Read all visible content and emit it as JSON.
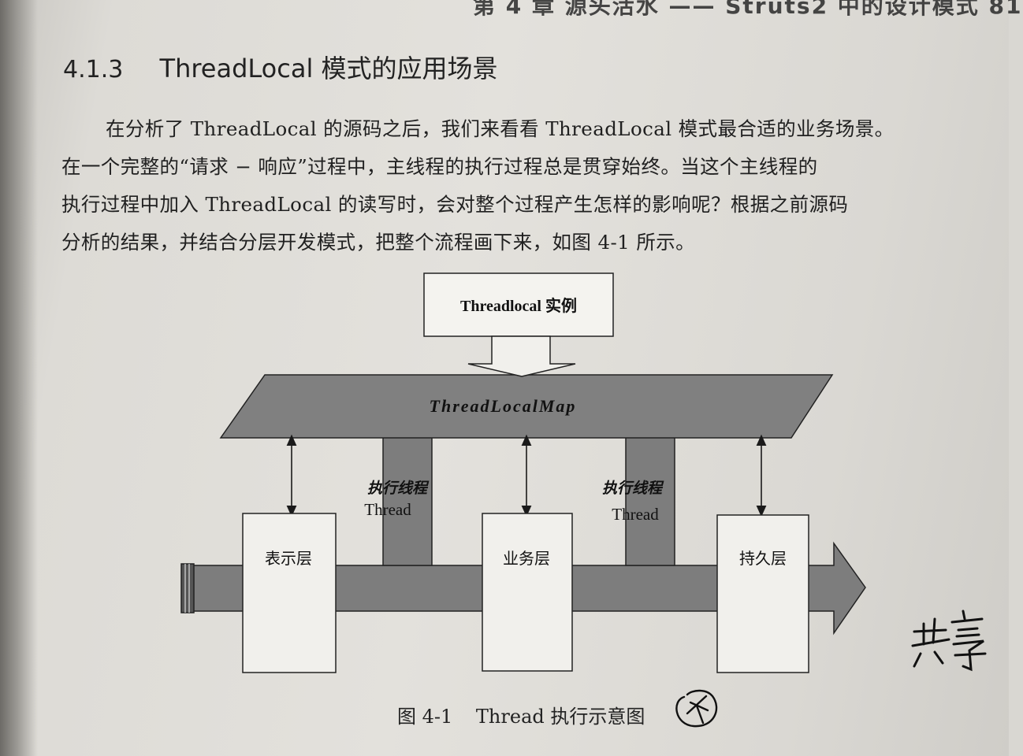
{
  "running_head": "第 4 章  源头活水 —— Struts2 中的设计模式  81",
  "section": {
    "number": "4.1.3",
    "title": "ThreadLocal 模式的应用场景"
  },
  "paragraph": {
    "lines": [
      "在分析了 ThreadLocal 的源码之后，我们来看看 ThreadLocal 模式最合适的业务场景。",
      "在一个完整的“请求 − 响应”过程中，主线程的执行过程总是贯穿始终。当这个主线程的",
      "执行过程中加入 ThreadLocal 的读写时，会对整个过程产生怎样的影响呢？根据之前源码",
      "分析的结果，并结合分层开发模式，把整个流程画下来，如图 4-1 所示。"
    ]
  },
  "diagram": {
    "instance_box": "Threadlocal  实例",
    "map_label": "ThreadLocalMap",
    "thread_labels": [
      {
        "cn": "执行线程",
        "en": "Thread"
      },
      {
        "cn": "执行线程",
        "en": "Thread"
      }
    ],
    "layers": [
      "表示层",
      "业务层",
      "持久层"
    ],
    "colors": {
      "band": "#7d7d7d",
      "box_fill": "#f1f0ec",
      "stroke": "#1a1a1a"
    }
  },
  "caption": {
    "figure_no": "图 4-1",
    "text": "Thread 执行示意图"
  },
  "handwriting": {
    "text": "共享"
  }
}
